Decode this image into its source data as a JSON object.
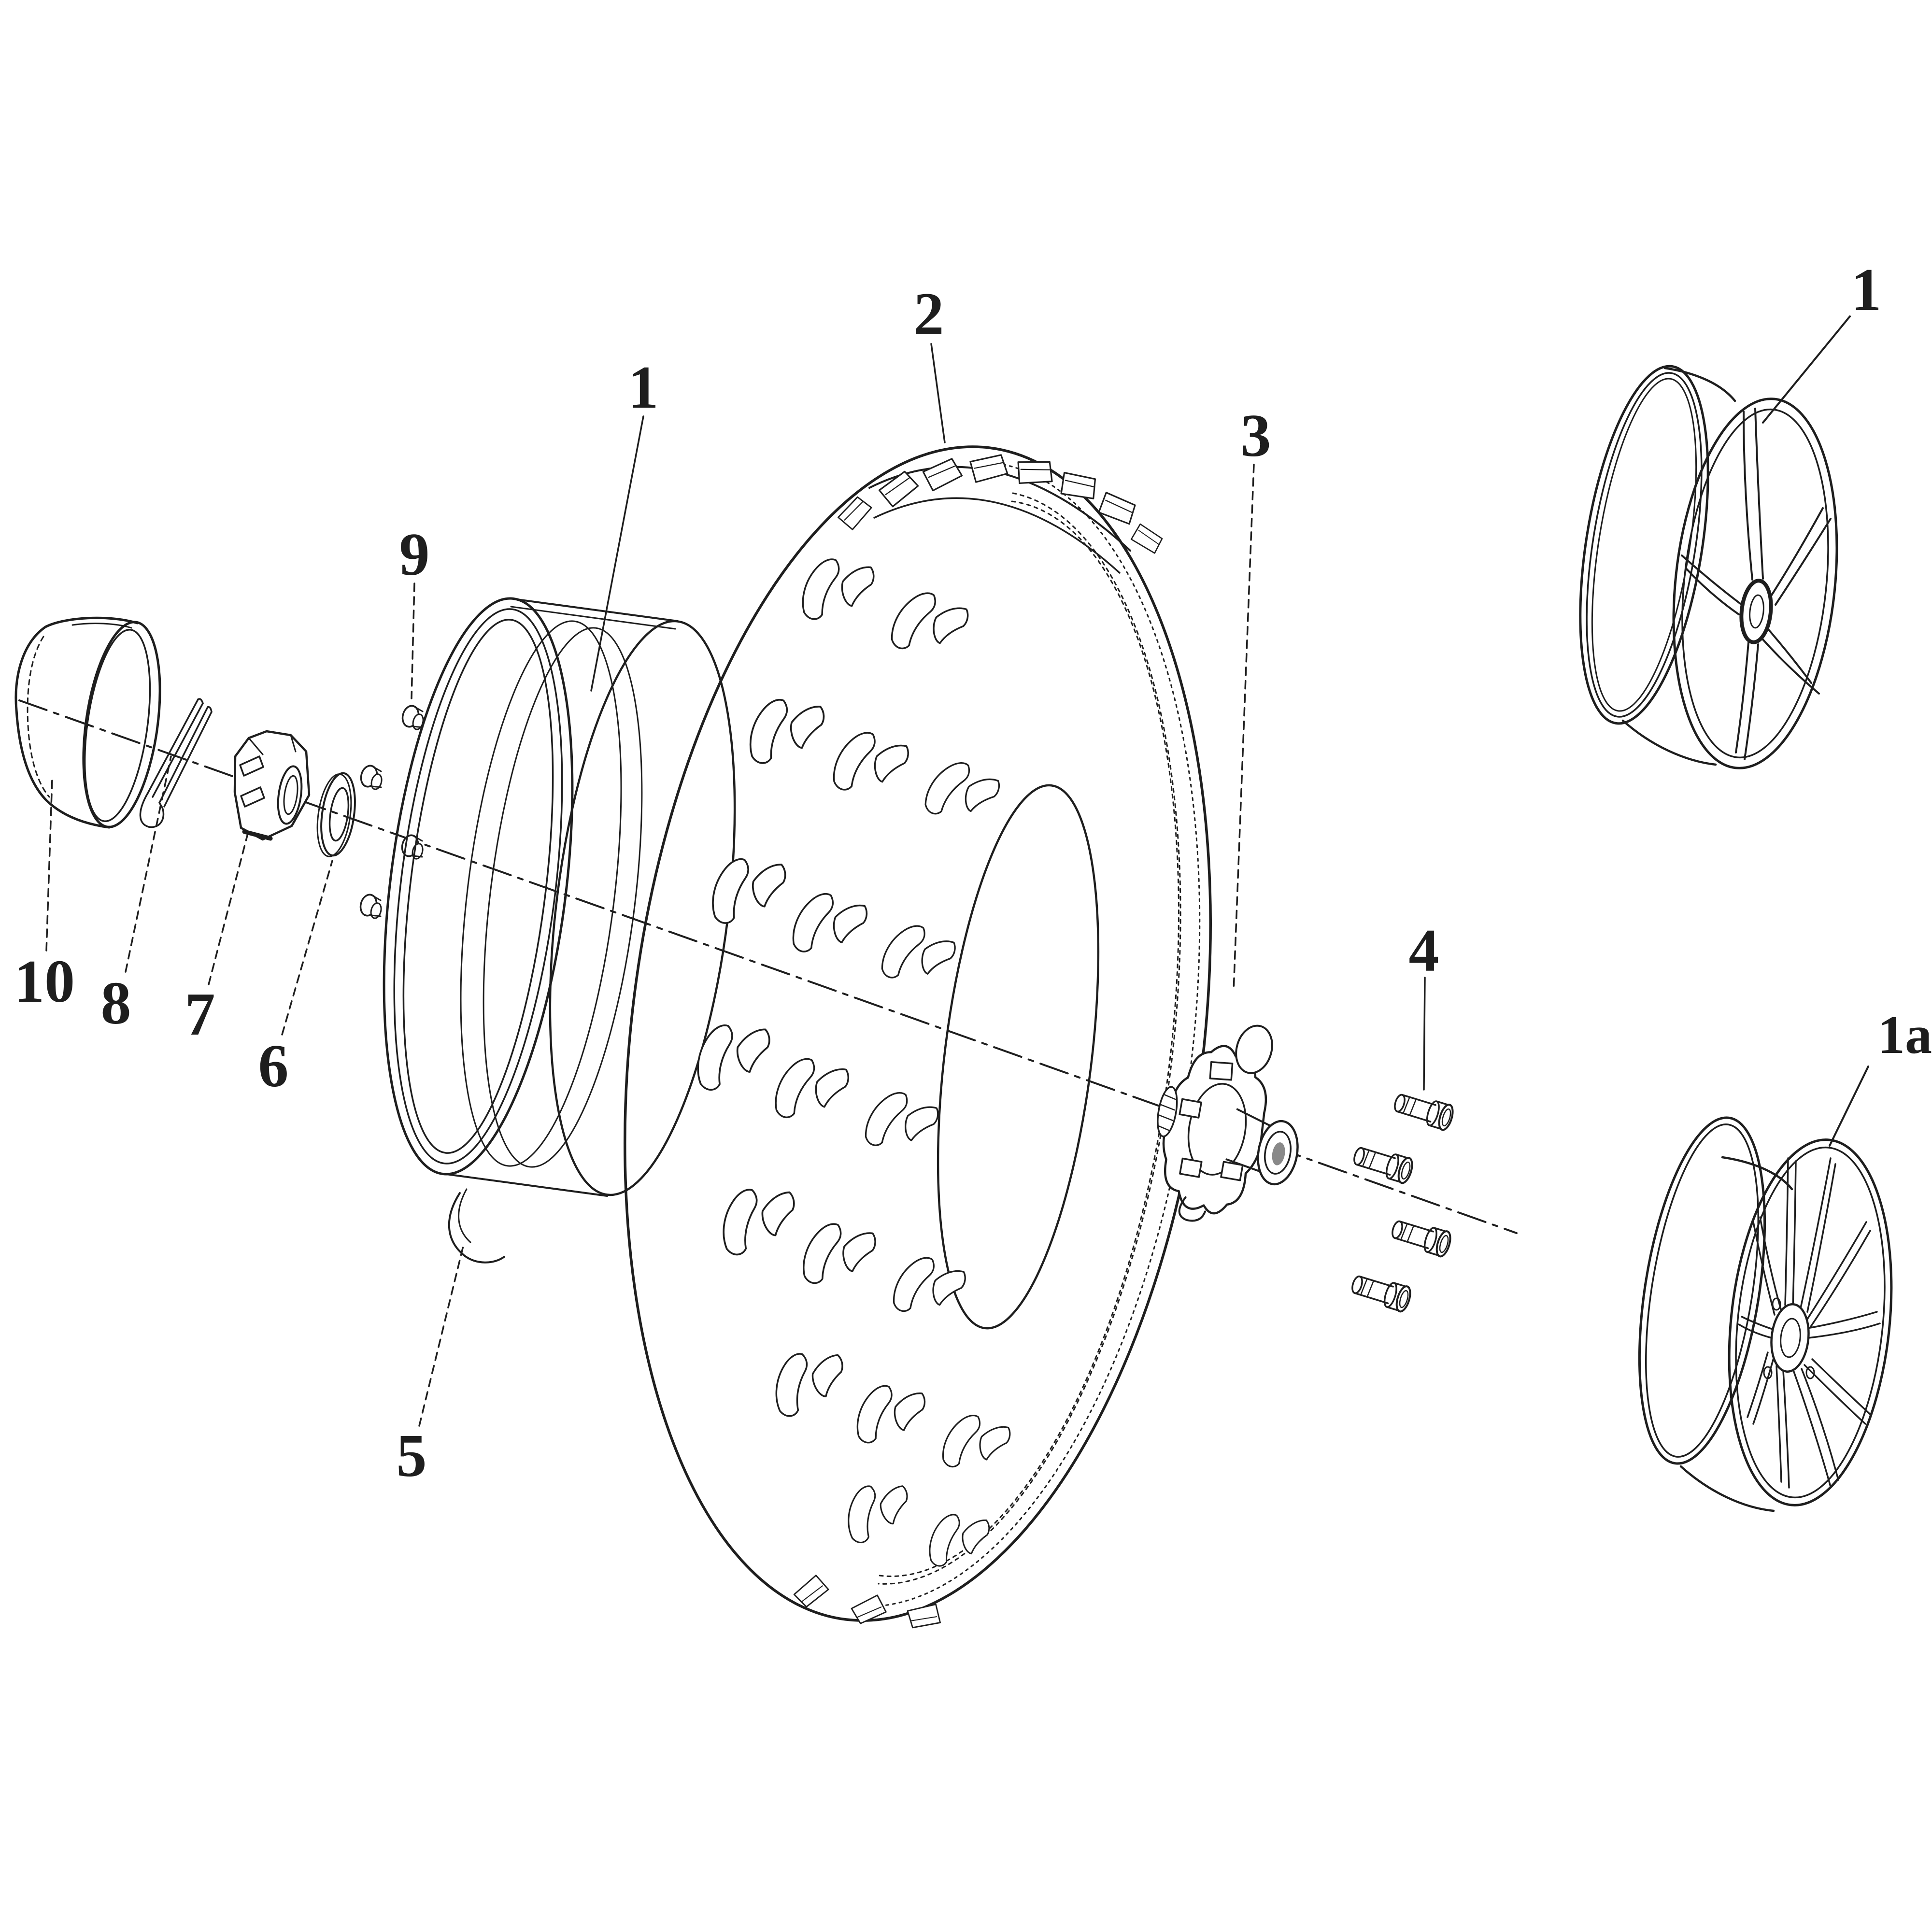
{
  "colors": {
    "background": "#ffffff",
    "line": "#1e1e1e"
  },
  "labels": [
    {
      "id": "callout-1-rim",
      "text": "1"
    },
    {
      "id": "callout-2-tire",
      "text": "2"
    },
    {
      "id": "callout-3-hub",
      "text": "3"
    },
    {
      "id": "callout-4-bolts",
      "text": "4"
    },
    {
      "id": "callout-5-valve",
      "text": "5"
    },
    {
      "id": "callout-6-washer",
      "text": "6"
    },
    {
      "id": "callout-7-castle-nut",
      "text": "7"
    },
    {
      "id": "callout-8-cotter-pin",
      "text": "8"
    },
    {
      "id": "callout-9-small-nut",
      "text": "9"
    },
    {
      "id": "callout-10-dust-cap",
      "text": "10"
    },
    {
      "id": "callout-1-wheel-variant",
      "text": "1"
    },
    {
      "id": "callout-1a-wheel-variant",
      "text": "1a"
    }
  ]
}
